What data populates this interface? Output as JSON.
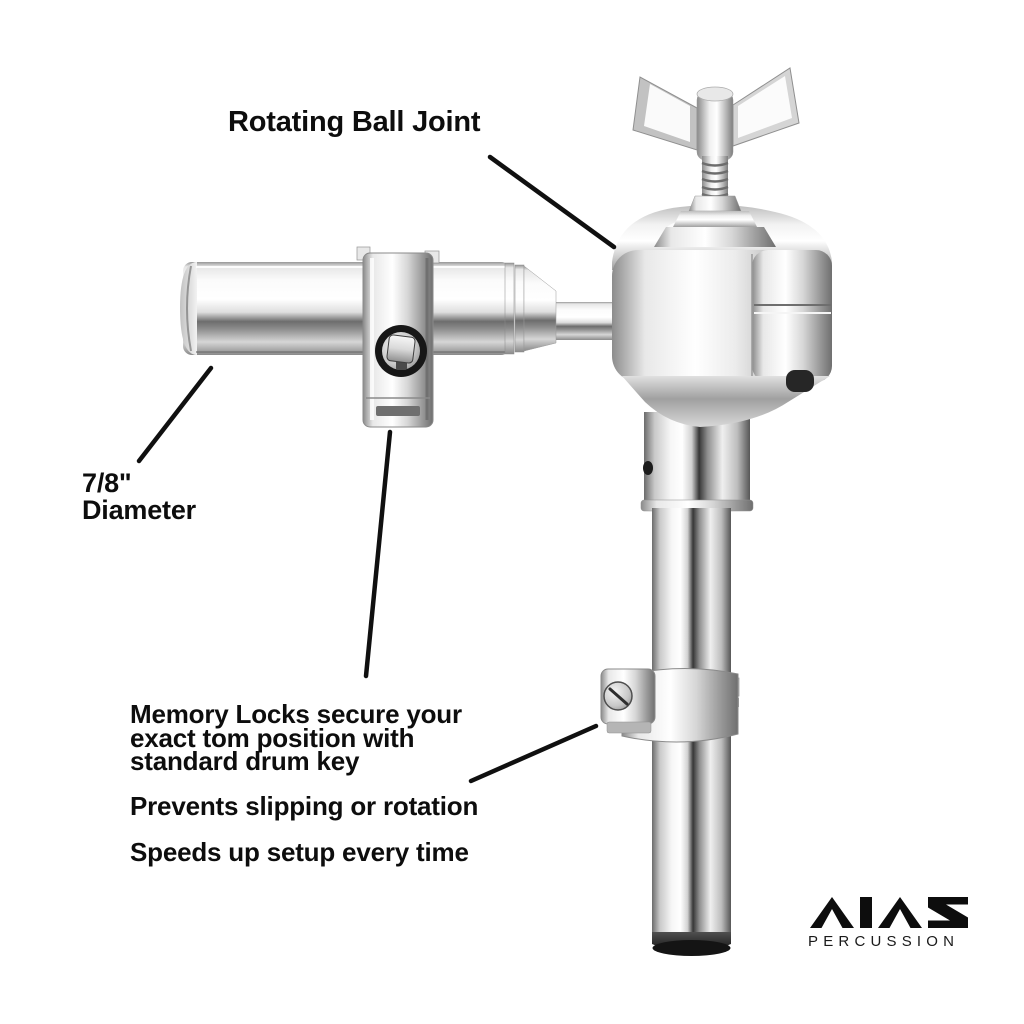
{
  "page": {
    "background": "#ffffff"
  },
  "callouts": {
    "rotating_ball_joint": {
      "label": "Rotating Ball Joint"
    },
    "diameter": {
      "value": "7/8\"",
      "label": "Diameter"
    },
    "memory_locks": {
      "lines": [
        "Memory Locks secure your",
        "exact tom position with",
        "standard drum key"
      ],
      "benefit1": "Prevents slipping or rotation",
      "benefit2": "Speeds up setup every time"
    }
  },
  "brand": {
    "name": "AIAS",
    "subtitle": "PERCUSSION"
  },
  "colors": {
    "text": "#0d0d0d",
    "callout_line": "#101010",
    "background": "#ffffff",
    "rubber_black": "#161616",
    "chrome_dark": "#5a5a5a",
    "chrome_light": "#ffffff"
  }
}
